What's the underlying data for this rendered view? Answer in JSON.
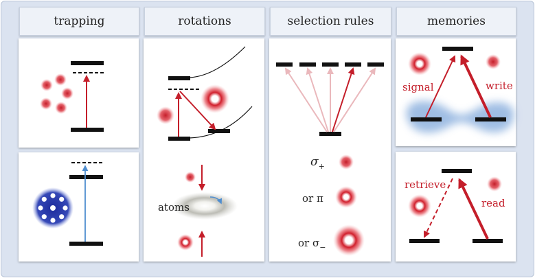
{
  "columns": [
    "trapping",
    "rotations",
    "selection rules",
    "memories"
  ],
  "rotations": {
    "atoms_label": "atoms"
  },
  "selection": {
    "sigma_plus": "σ",
    "sigma_plus_sub": "+",
    "or_pi": "or π",
    "or_sigma_minus": "or σ",
    "sigma_minus_sub": "−"
  },
  "memories": {
    "signal": "signal",
    "write": "write",
    "retrieve": "retrieve",
    "read": "read"
  },
  "colors": {
    "red": "#c41e2a",
    "pink": "#eab8bc",
    "blue": "#4f8ed0",
    "black": "#111111"
  }
}
